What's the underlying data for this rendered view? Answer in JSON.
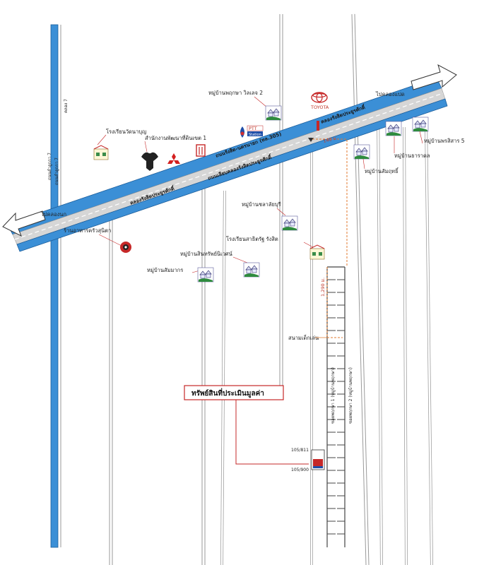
{
  "labels": {
    "canal_main": "คลองรังสิตประยูรศักดิ์",
    "canal_right": "คลองรังสิตประยูรศักดิ์",
    "highway": "ถนนรังสิต-นครนายก (ทล.305)",
    "frontage_road": "ถนนเลียบคลองรังสิตประยูรศักดิ์",
    "to_west": "ไปคลองนก",
    "to_east": "ไปคลองแปด",
    "road_v1a": "ถนนลำลูกกา 7",
    "road_v1b": "ถนนลำลูกกา 7",
    "road_v1c": "คลอง 7",
    "school_left": "โรงเรียนวัดนาบุญ",
    "district_office": "สำนักงานพัฒนาที่ดินเขต 1",
    "village_prueksa": "หมู่บ้านพฤกษา วิลเลจ 2",
    "village_chalalai": "หมู่บ้านชลาลัยบุรี",
    "school_right": "โรงเรียนสาธิตรัฐ รังสิต",
    "village_sinthap": "หมู่บ้านสินทรัพย์นิเวศน์",
    "village_sommakorn": "หมู่บ้านสัมมากร",
    "restaurant": "ร้านอาหารครัวสุนิตา",
    "village_right1": "หมู่บ้านพรสิสาร 5",
    "village_right2": "หมู่บ้านธาราดล",
    "village_right3": "หมู่บ้านสัมฤทธิ์",
    "distance_1": "140 ม.",
    "distance_2": "1,290 ม.",
    "playground": "สนามเด็กเล่น",
    "soi_left": "ซอยพฤกษา 1 (หมู่บ้านพฤกษา)",
    "soi_right": "ซอยพฤกษา 2 (หมู่บ้านพฤกษา)",
    "property": "ทรัพย์สินที่ประเมินมูลค่า",
    "plot_1": "105/811",
    "plot_2": "105/900",
    "brand_toyota": "TOYOTA",
    "ptt_top": "PTT",
    "ptt_bottom": "Station"
  },
  "icons": [
    "house-icon",
    "school-icon",
    "garuda-emblem-icon",
    "mitsubishi-logo-icon",
    "office-building-icon",
    "ptt-station-icon",
    "toyota-logo-icon",
    "restaurant-icon"
  ],
  "colors": {
    "canal": "#3b8fd6",
    "canal_border": "#1d5f9c",
    "road_band": "#d0d0d0",
    "road_line": "#9a9a9a",
    "house_green": "#2e8b3e",
    "house_outline": "#5b5b9c",
    "marker_red": "#c62828",
    "dashed_route": "#e07a2f"
  }
}
